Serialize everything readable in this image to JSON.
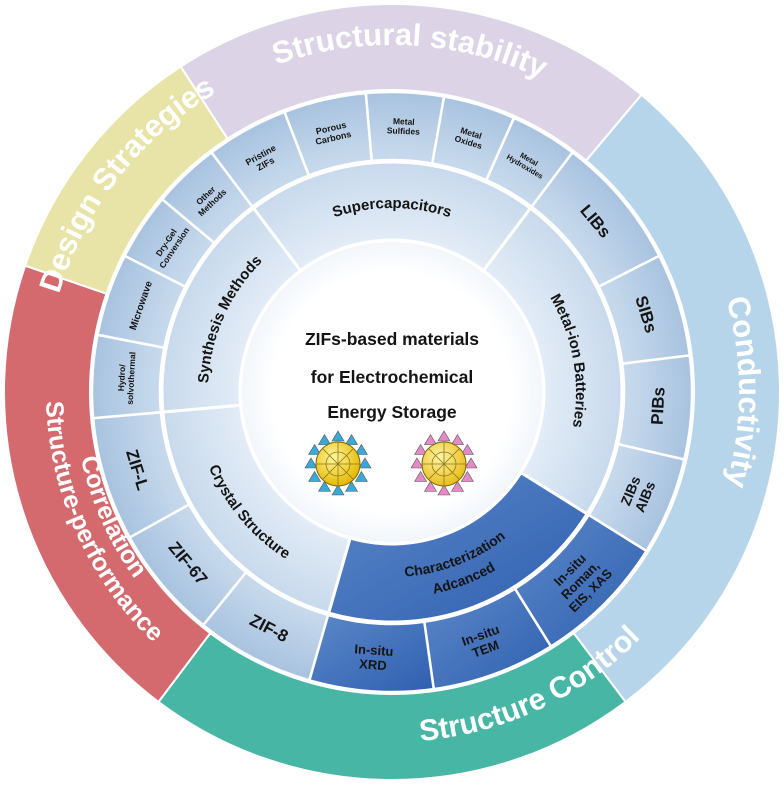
{
  "center": {
    "lines": [
      "ZIFs-based materials",
      "for Electrochemical",
      "Energy Storage"
    ]
  },
  "outer_sectors": [
    {
      "label": "Structural stability",
      "color": "#ddd3e7"
    },
    {
      "label": "Conductivity",
      "color": "#b7d5ea"
    },
    {
      "label": "Structure Control",
      "color": "#48b6a5"
    },
    {
      "label": "Structure-performance Correlation",
      "color": "#d46a6e"
    },
    {
      "label": "Design Strategies",
      "color": "#e8e4a7"
    }
  ],
  "categories": [
    {
      "label": "Supercapacitors",
      "items": [
        "Pristine ZIFs",
        "Porous Carbons",
        "Metal Sulfides",
        "Metal Oxides",
        "Metal Hydroxides"
      ]
    },
    {
      "label": "Metal-ion Batteries",
      "items": [
        "LIBs",
        "SIBs",
        "PIBs",
        "ZIBs AIBs"
      ]
    },
    {
      "label": "Adcanced Characterization",
      "items": [
        "In-situ Roman, EIS, XAS",
        "In-situ TEM",
        "In-situ XRD"
      ]
    },
    {
      "label": "Crystal Structure",
      "items": [
        "ZIF-8",
        "ZIF-67",
        "ZIF-L"
      ]
    },
    {
      "label": "Synthesis Methods",
      "items": [
        "Hydro/ solvothermal",
        "Microwave",
        "Dry-Gel Conversion",
        "Other Methods"
      ]
    }
  ],
  "colors": {
    "ice_light": "#dbe7f3",
    "ice_mid": "#a9c3de",
    "ice_deep": "#3f6fb8",
    "molecule_yellow": "#f2d21e",
    "molecule_blue": "#3aa9d8",
    "molecule_pink": "#e58ac6"
  }
}
